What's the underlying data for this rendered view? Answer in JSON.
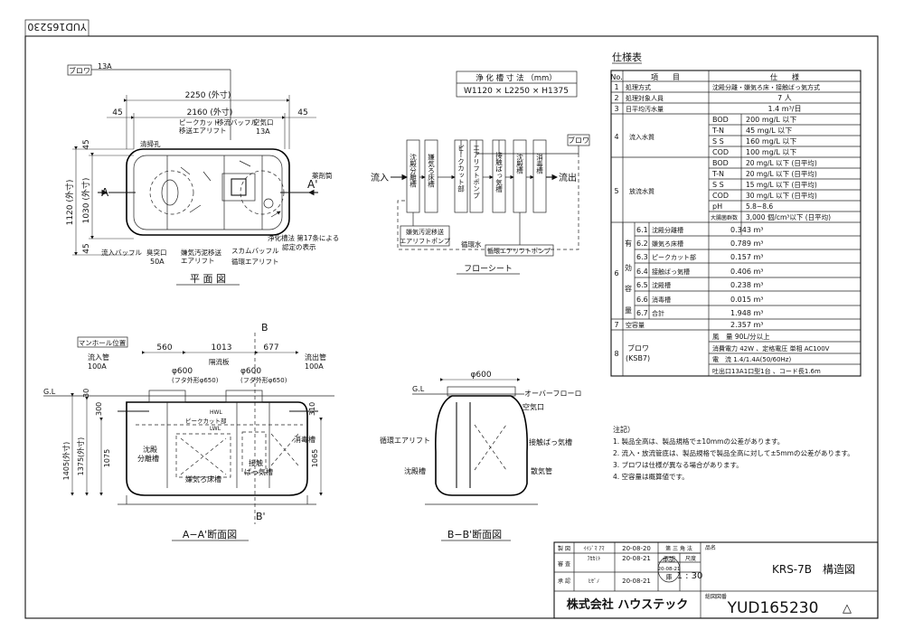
{
  "stamp_id": "YUD165230",
  "plan": {
    "title": "平 面 図",
    "blower_tag": "ブロワ",
    "blower_size": "13A",
    "dim_outer": "2250 (外寸)",
    "dim_inner": "2160 (外寸)",
    "dim_left": "45",
    "dim_right": "45",
    "dim_h_top": "45",
    "dim_h_bottom": "45",
    "dim_height_outer": "1120 (外寸)",
    "dim_height_inner": "1030 (外寸)",
    "section_a": "A",
    "section_a2": "A'",
    "labels": {
      "peak_cut": "ピークカット\n移送エアリフト",
      "transfer_baffle": "移流バッフル",
      "air_inlet": "空気口\n13A",
      "cleaning_hole": "清掃孔",
      "chemical_cyl": "薬剤筒",
      "inflow_baffle": "流入バッフル",
      "vent": "臭突口\n50A",
      "sludge_airlift": "嫌気汚泥移送\nエアリフト",
      "scum_baffle": "スカムバッフル",
      "circ_airlift": "循環エアリフト",
      "law_mark": "浄化槽法 第17条による\n認定の表示"
    }
  },
  "tank_dims": {
    "header": "浄 化 槽 寸 法 （mm）",
    "value": "W1120 × L2250 × H1375"
  },
  "flow": {
    "title": "フローシート",
    "inflow": "流入",
    "outflow": "流出",
    "blower": "ブロワ",
    "boxes": [
      "沈殿分離槽",
      "嫌気ろ床槽",
      "ピークカット部",
      "エアリフトポンプ",
      "接触ばっ気槽",
      "沈殿槽",
      "消毒槽"
    ],
    "sludge_pump": "嫌気汚泥移送\nエアリフトポンプ",
    "return_water": "循環水",
    "circ_pump": "循環エアリフトポンプ"
  },
  "section_aa": {
    "title": "A−A'断面図",
    "manhole": "マンホール位置",
    "d560": "560",
    "d1013": "1013",
    "d677": "677",
    "phi600_a": "φ600",
    "phi600_b": "φ600",
    "cover_a": "(フタ外形φ650)",
    "cover_b": "(フタ外形φ650)",
    "partition": "隔流板",
    "in_pipe": "流入管\n100A",
    "out_pipe": "流出管\n100A",
    "gl": "G.L",
    "d30": "30",
    "d300": "300",
    "d310": "310",
    "d1405": "1405(外寸)",
    "d1375": "1375(外寸)",
    "d1075": "1075",
    "d1065": "1065",
    "peak_label": "ピークカット部",
    "hwl": "HWL",
    "lwl": "LWL",
    "settling_sep": "沈殿\n分離槽",
    "anaerobic": "嫌気ろ床槽",
    "contact": "接触\nばっ気槽",
    "disinfect": "消毒槽",
    "mark_b": "B",
    "mark_b2": "B'"
  },
  "section_bb": {
    "title": "B−B'断面図",
    "phi600": "φ600",
    "overflow": "オーバーフローロ",
    "gl": "G.L",
    "air_inlet": "空気口",
    "circ_airlift": "循環エアリフト",
    "contact": "接触ばっ気槽",
    "settling": "沈殿槽",
    "diffuser": "散気管"
  },
  "spec": {
    "title": "仕様表",
    "col_no": "No.",
    "col_item": "項　　目",
    "col_spec": "仕　　様",
    "rows": [
      {
        "no": "1",
        "item": "処理方式",
        "spec": "沈殿分離・嫌気ろ床・接触ばっ気方式"
      },
      {
        "no": "2",
        "item": "処理対象人員",
        "spec": "7 人"
      },
      {
        "no": "3",
        "item": "日平均汚水量",
        "spec": "1.4 m³/日"
      }
    ],
    "row4_item": "流入水質",
    "row4": [
      {
        "k": "BOD",
        "v": "200 mg/L 以下"
      },
      {
        "k": "T-N",
        "v": "45 mg/L 以下"
      },
      {
        "k": "S S",
        "v": "160 mg/L 以下"
      },
      {
        "k": "COD",
        "v": "100 mg/L 以下"
      }
    ],
    "row5_item": "放流水質",
    "row5": [
      {
        "k": "BOD",
        "v": "20 mg/L 以下 (日平均)"
      },
      {
        "k": "T-N",
        "v": "20 mg/L 以下 (日平均)"
      },
      {
        "k": "S S",
        "v": "15 mg/L 以下 (日平均)"
      },
      {
        "k": "COD",
        "v": "30 mg/L 以下 (日平均)"
      },
      {
        "k": "pH",
        "v": "5.8~8.6"
      },
      {
        "k": "大腸菌群数",
        "v": "3,000 個/cm³以下 (日平均)"
      }
    ],
    "row6_side": [
      "有",
      "効",
      "容",
      "量"
    ],
    "row6": [
      {
        "k": "6.1",
        "n": "沈殿分離槽",
        "v": "0.343 m³"
      },
      {
        "k": "6.2",
        "n": "嫌気ろ床槽",
        "v": "0.789 m³"
      },
      {
        "k": "6.3",
        "n": "ピークカット部",
        "v": "0.157 m³"
      },
      {
        "k": "6.4",
        "n": "接触ばっ気槽",
        "v": "0.406 m³"
      },
      {
        "k": "6.5",
        "n": "沈殿槽",
        "v": "0.238 m³"
      },
      {
        "k": "6.6",
        "n": "消毒槽",
        "v": "0.015 m³"
      },
      {
        "k": "6.7",
        "n": "合計",
        "v": "1.948 m³"
      }
    ],
    "row7": {
      "no": "7",
      "item": "空容量",
      "spec": "2.357 m³"
    },
    "row8_no": "8",
    "row8_item": "ブロワ\n(KSB7)",
    "row8": [
      "風　量 90L/分以上",
      "消費電力 42W 、定格電圧 単相 AC100V",
      "電　流 1.4/1.4A(50/60Hz)",
      "吐出口13A1口型1台 、コード長1.6m"
    ]
  },
  "notes": {
    "title": "注記）",
    "items": [
      "1. 製品全高は、製品規格で±10mmの公差があります。",
      "2. 流入・放流管底は、製品規格で製品全高に対して±5mmの公差があります。",
      "3. ブロワは仕様が異なる場合があります。",
      "4. 空容量は概算値です。"
    ]
  },
  "titleblock": {
    "r1_label": "製 図",
    "r1_name": "ｲｲｼﾞﾏ ｱﾏ",
    "r1_date": "20-08-20",
    "r2_label": "審 査",
    "r2_name": "ﾌｶｶﾐﾄ",
    "r2_date": "20-08-21",
    "r3_label": "承 認",
    "r3_name": "ﾋｾﾞﾉ",
    "r3_date": "20-08-21",
    "angle_label": "第 三 角 法",
    "scale_label": "尺度",
    "scale": "1 : 30",
    "approved": "承認",
    "approved_date": "20-08-21",
    "approved_suffix": "庫",
    "name_label": "品名",
    "product": "KRS-7B　構造図",
    "company": "株式会社 ハウステック",
    "dwg_label": "総図図番",
    "dwg_no": "YUD165230",
    "revision": "△"
  }
}
